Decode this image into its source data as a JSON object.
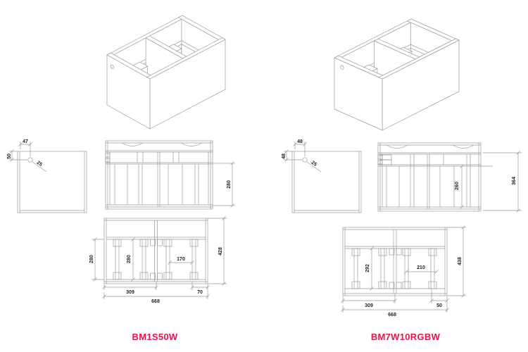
{
  "sheet": {
    "background": "#ffffff"
  },
  "colors": {
    "accent": "#e3164e",
    "line": "#9a9a9a",
    "dim_text": "#1f1f1f"
  },
  "products": [
    {
      "code": "BM1S50W",
      "side_view": {
        "dim_top": "47",
        "dim_left": "50",
        "hole_label": "25"
      },
      "front_view": {
        "dim_height": "280"
      },
      "plan_view": {
        "dim_outer_left": "280",
        "dim_inner_left": "280",
        "dim_inner_right": "170",
        "dim_right": "428",
        "dim_bottom_left": "309",
        "dim_bottom_total": "668",
        "dim_bottom_right": "70"
      }
    },
    {
      "code": "BM7W10RGBW",
      "side_view": {
        "dim_top": "48",
        "dim_left": "48",
        "hole_label": "25"
      },
      "front_view": {
        "dim_height": "260",
        "dim_total_height": "364"
      },
      "plan_view": {
        "dim_inner_left": "292",
        "dim_inner_right": "210",
        "dim_right": "438",
        "dim_bottom_left": "309",
        "dim_bottom_total": "668",
        "dim_bottom_right": "50"
      }
    }
  ]
}
